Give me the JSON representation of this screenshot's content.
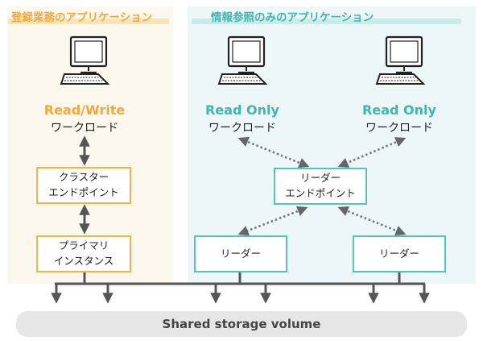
{
  "titles": {
    "left": "登録業務のアプリケーション",
    "right": "情報参照のみのアプリケーション"
  },
  "workloads": {
    "primary": {
      "mode": "Read/Write",
      "label": "ワークロード"
    },
    "reader1": {
      "mode": "Read Only",
      "label": "ワークロード"
    },
    "reader2": {
      "mode": "Read Only",
      "label": "ワークロード"
    }
  },
  "boxes": {
    "cluster_endpoint": [
      "クラスター",
      "エンドポイント"
    ],
    "primary_instance": [
      "プライマリ",
      "インスタンス"
    ],
    "reader_endpoint": [
      "リーダー",
      "エンドポイント"
    ],
    "reader1": "リーダー",
    "reader2": "リーダー"
  },
  "storage": {
    "label": "Shared storage volume"
  },
  "colors": {
    "write_accent": "#f5a93a",
    "read_accent": "#3fb7b1",
    "left_panel": "#fdf8ee",
    "right_panel": "#eef7f7",
    "storage_bar": "#e6e6e6",
    "connector": "#555555"
  },
  "icons": [
    "desktop-computer-icon",
    "double-arrow-icon",
    "dotted-double-arrow-icon",
    "down-arrow-icon"
  ]
}
